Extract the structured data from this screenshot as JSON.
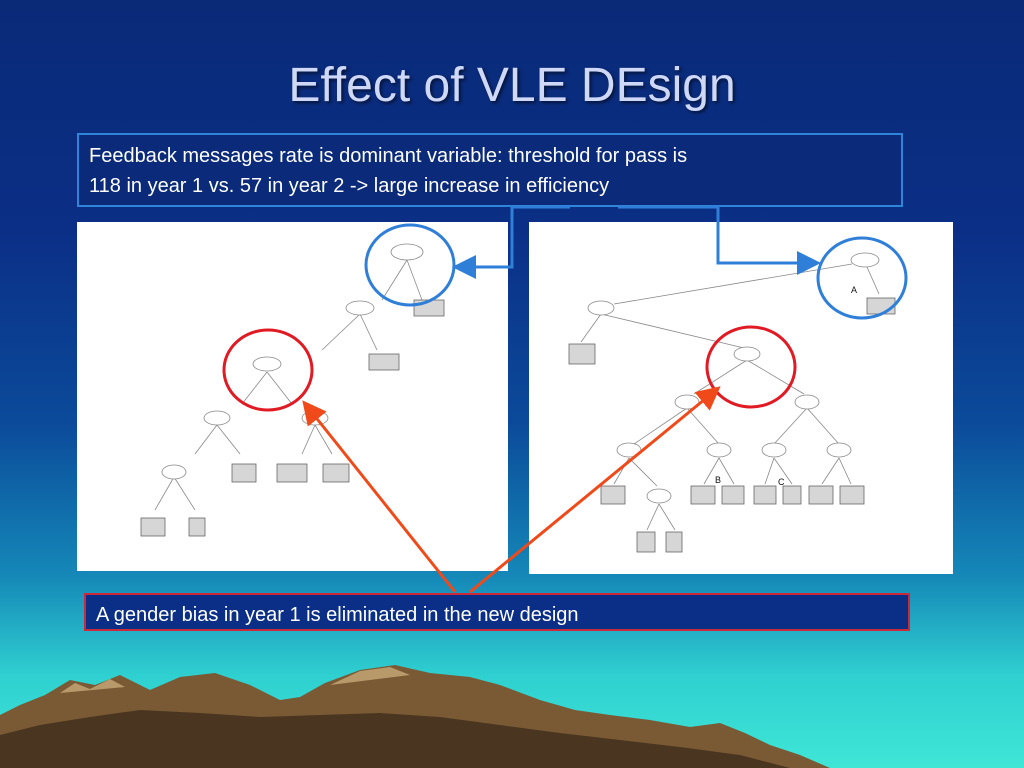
{
  "slide": {
    "title": "Effect of VLE DEsign",
    "top_note_line1": "Feedback messages rate is dominant variable: threshold for pass is",
    "top_note_line2": "118 in year 1 vs. 57 in year 2 -> large increase in efficiency",
    "bottom_note": "A gender bias in year 1 is eliminated in the new design"
  },
  "markers": {
    "a": "A",
    "b": "B",
    "c": "C"
  },
  "colors": {
    "blue_highlight": "#2f7fd8",
    "red_highlight": "#e01b24",
    "orange_arrow": "#f04a1a"
  }
}
